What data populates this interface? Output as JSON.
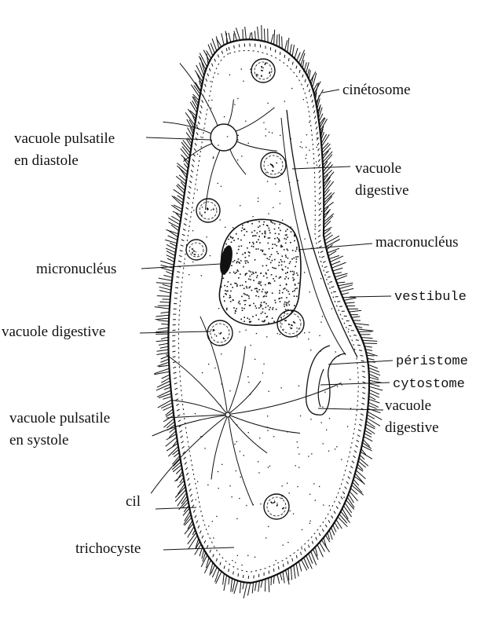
{
  "diagram": {
    "labels": {
      "cinetosome": "cinétosome",
      "vacuole_pulsatile_diastole_1": "vacuole pulsatile",
      "vacuole_pulsatile_diastole_2": "en diastole",
      "vacuole_digestive_top_1": "vacuole",
      "vacuole_digestive_top_2": "digestive",
      "macronucleus": "macronucléus",
      "micronucleus": "micronucléus",
      "vestibule": "vestibule",
      "vacuole_digestive_left": "vacuole digestive",
      "peristome": "péristome",
      "cytostome": "cytostome",
      "vacuole_digestive_right_1": "vacuole",
      "vacuole_digestive_right_2": "digestive",
      "vacuole_pulsatile_systole_1": "vacuole pulsatile",
      "vacuole_pulsatile_systole_2": "en systole",
      "cil": "cil",
      "trichocyste": "trichocyste"
    },
    "colors": {
      "ink": "#111111",
      "background": "#ffffff"
    }
  }
}
